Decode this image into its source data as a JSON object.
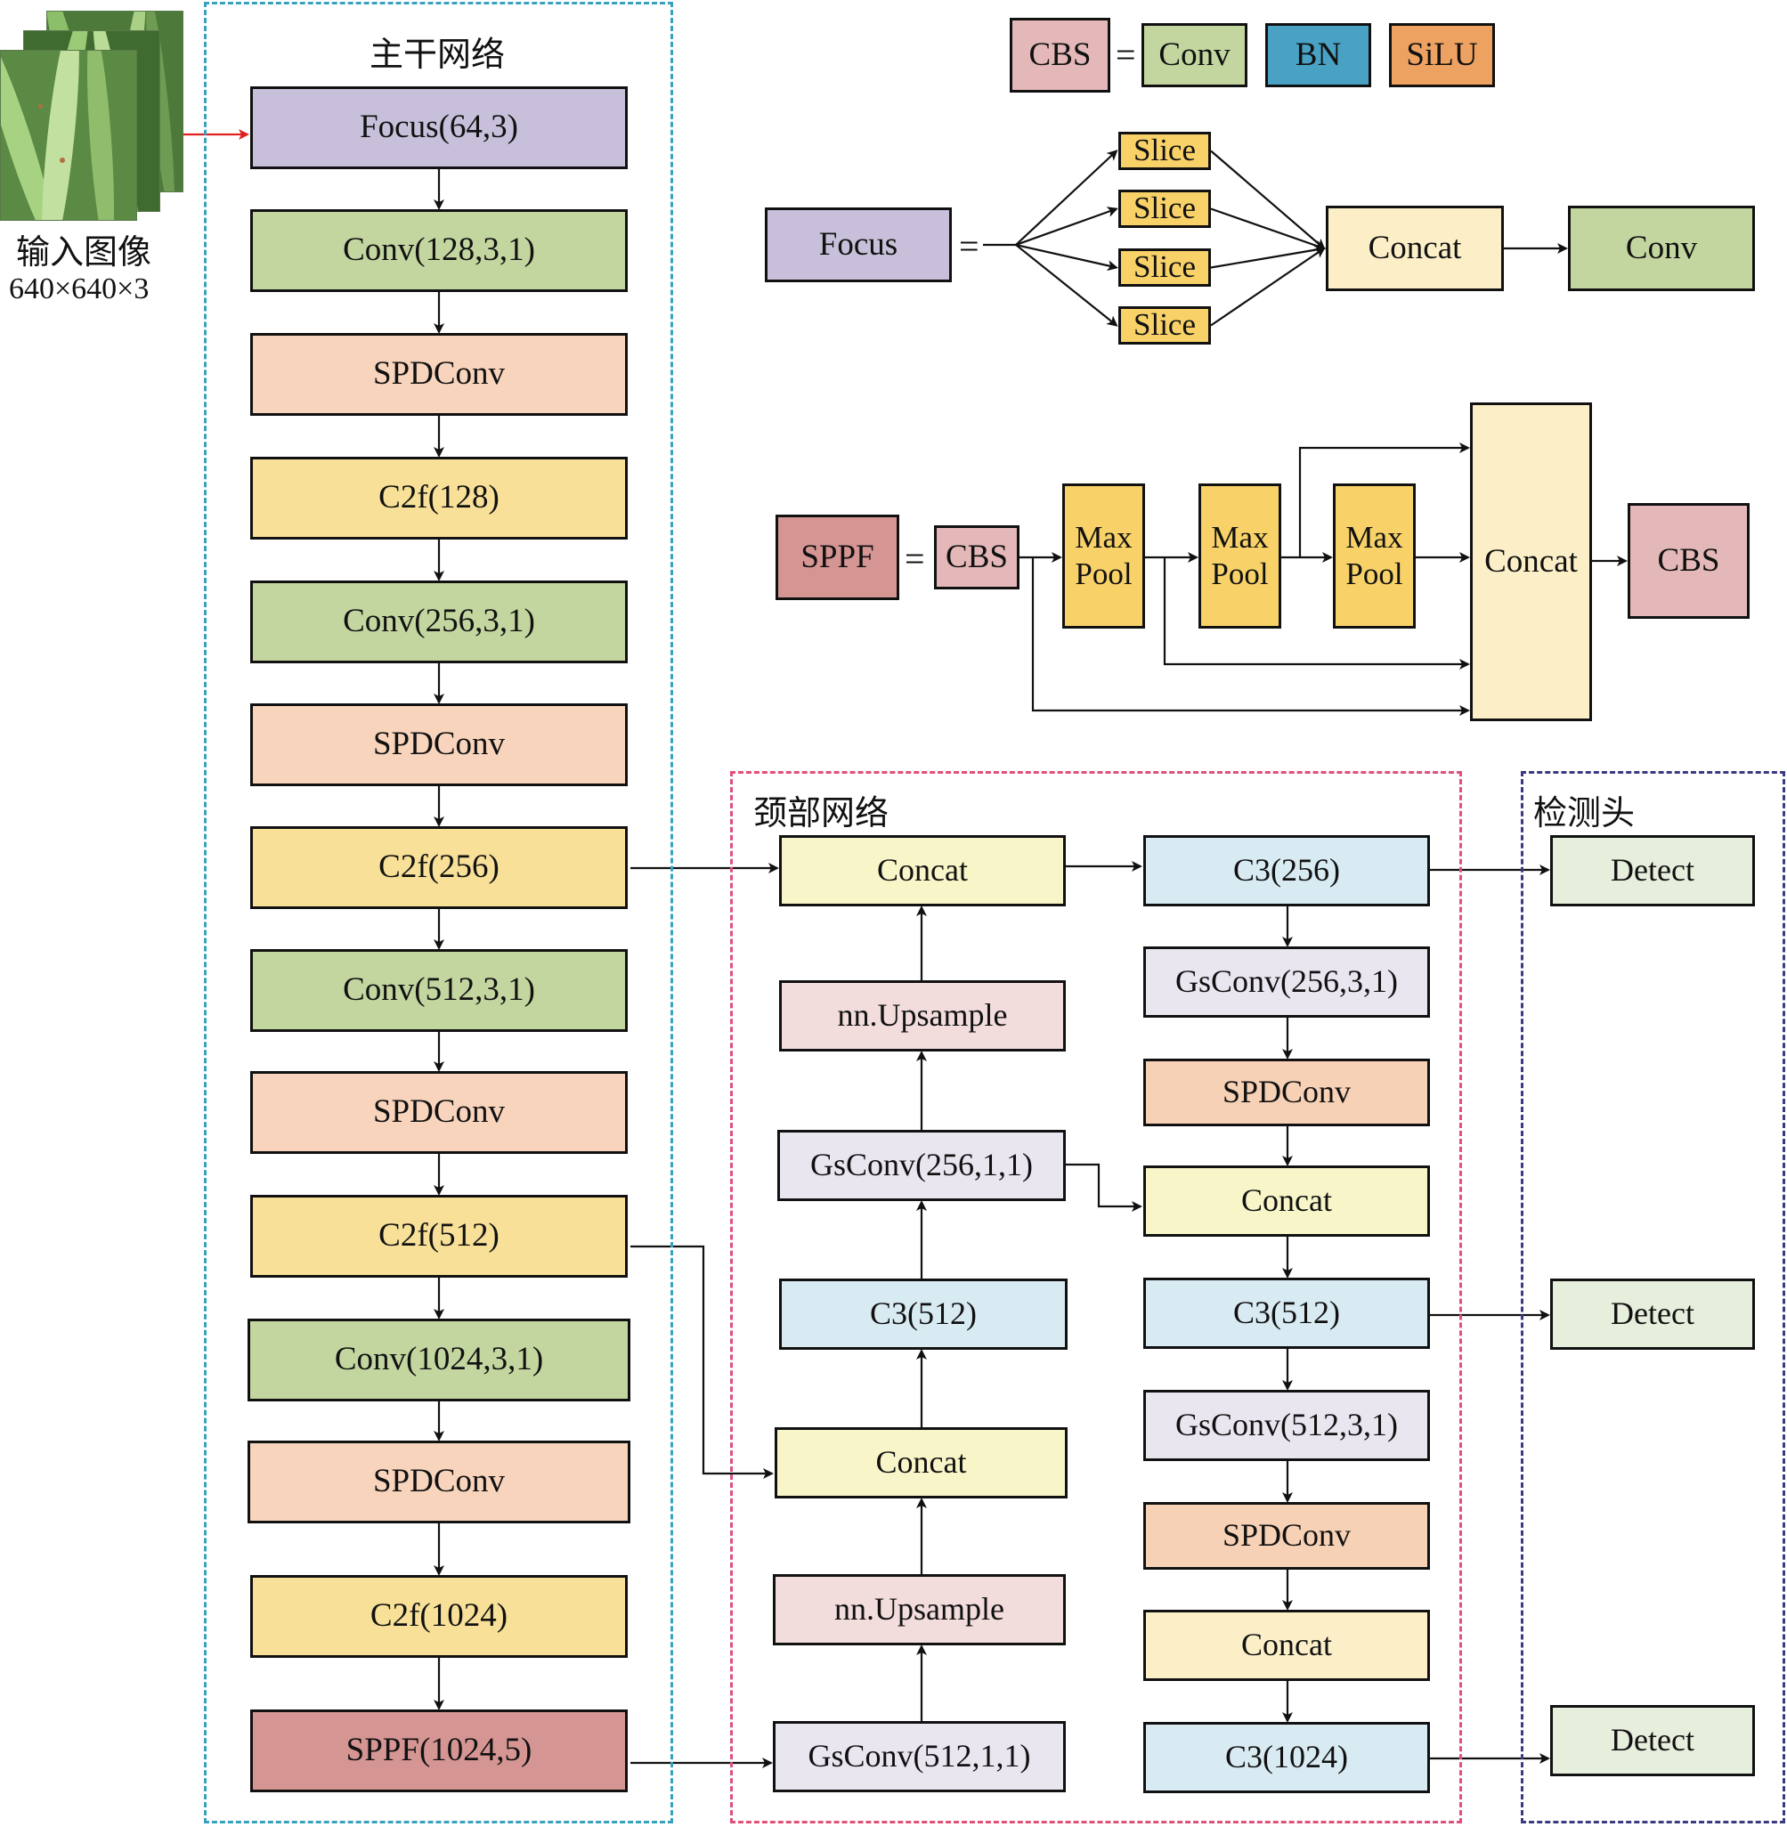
{
  "colors": {
    "focus": "#c8c0da",
    "conv": "#c4d6a0",
    "spdconv": "#f8d4bc",
    "c2f": "#f8e098",
    "sppf": "#d59593",
    "cbs": "#e4b8b8",
    "bn": "#49a2c4",
    "silu": "#eea262",
    "slice": "#f8d268",
    "concat_light": "#fcefc8",
    "neck_concat": "#f8f5c8",
    "upsample": "#f2dcdc",
    "gsconv": "#eae6f0",
    "c3": "#d8eaf2",
    "detect": "#e6eedc",
    "neck_spdconv": "#f7d1b5",
    "backbone_border": "#3aa0c0",
    "neck_border": "#e0507a",
    "head_border": "#3a3a80",
    "input_arrow": "#e02020"
  },
  "input": {
    "label": "输入图像",
    "size": "640×640×3",
    "image": "sugarcane-leaf-photo"
  },
  "backbone": {
    "title": "主干网络",
    "blocks": [
      "Focus(64,3)",
      "Conv(128,3,1)",
      "SPDConv",
      "C2f(128)",
      "Conv(256,3,1)",
      "SPDConv",
      "C2f(256)",
      "Conv(512,3,1)",
      "SPDConv",
      "C2f(512)",
      "Conv(1024,3,1)",
      "SPDConv",
      "C2f(1024)",
      "SPPF(1024,5)"
    ]
  },
  "legend": {
    "cbs": "CBS",
    "eq": "=",
    "conv": "Conv",
    "bn": "BN",
    "silu": "SiLU"
  },
  "focus_detail": {
    "focus": "Focus",
    "eq": "=",
    "slices": [
      "Slice",
      "Slice",
      "Slice",
      "Slice"
    ],
    "concat": "Concat",
    "conv": "Conv"
  },
  "sppf_detail": {
    "sppf": "SPPF",
    "eq": "=",
    "cbs_in": "CBS",
    "maxpools": [
      "Max Pool",
      "Max Pool",
      "Max Pool"
    ],
    "concat": "Concat",
    "cbs_out": "CBS"
  },
  "neck": {
    "title": "颈部网络",
    "left": [
      "Concat",
      "nn.Upsample",
      "GsConv(256,1,1)",
      "C3(512)",
      "Concat",
      "nn.Upsample",
      "GsConv(512,1,1)"
    ],
    "right": [
      "C3(256)",
      "GsConv(256,3,1)",
      "SPDConv",
      "Concat",
      "C3(512)",
      "GsConv(512,3,1)",
      "SPDConv",
      "Concat",
      "C3(1024)"
    ]
  },
  "head": {
    "title": "检测头",
    "detect": [
      "Detect",
      "Detect",
      "Detect"
    ]
  }
}
